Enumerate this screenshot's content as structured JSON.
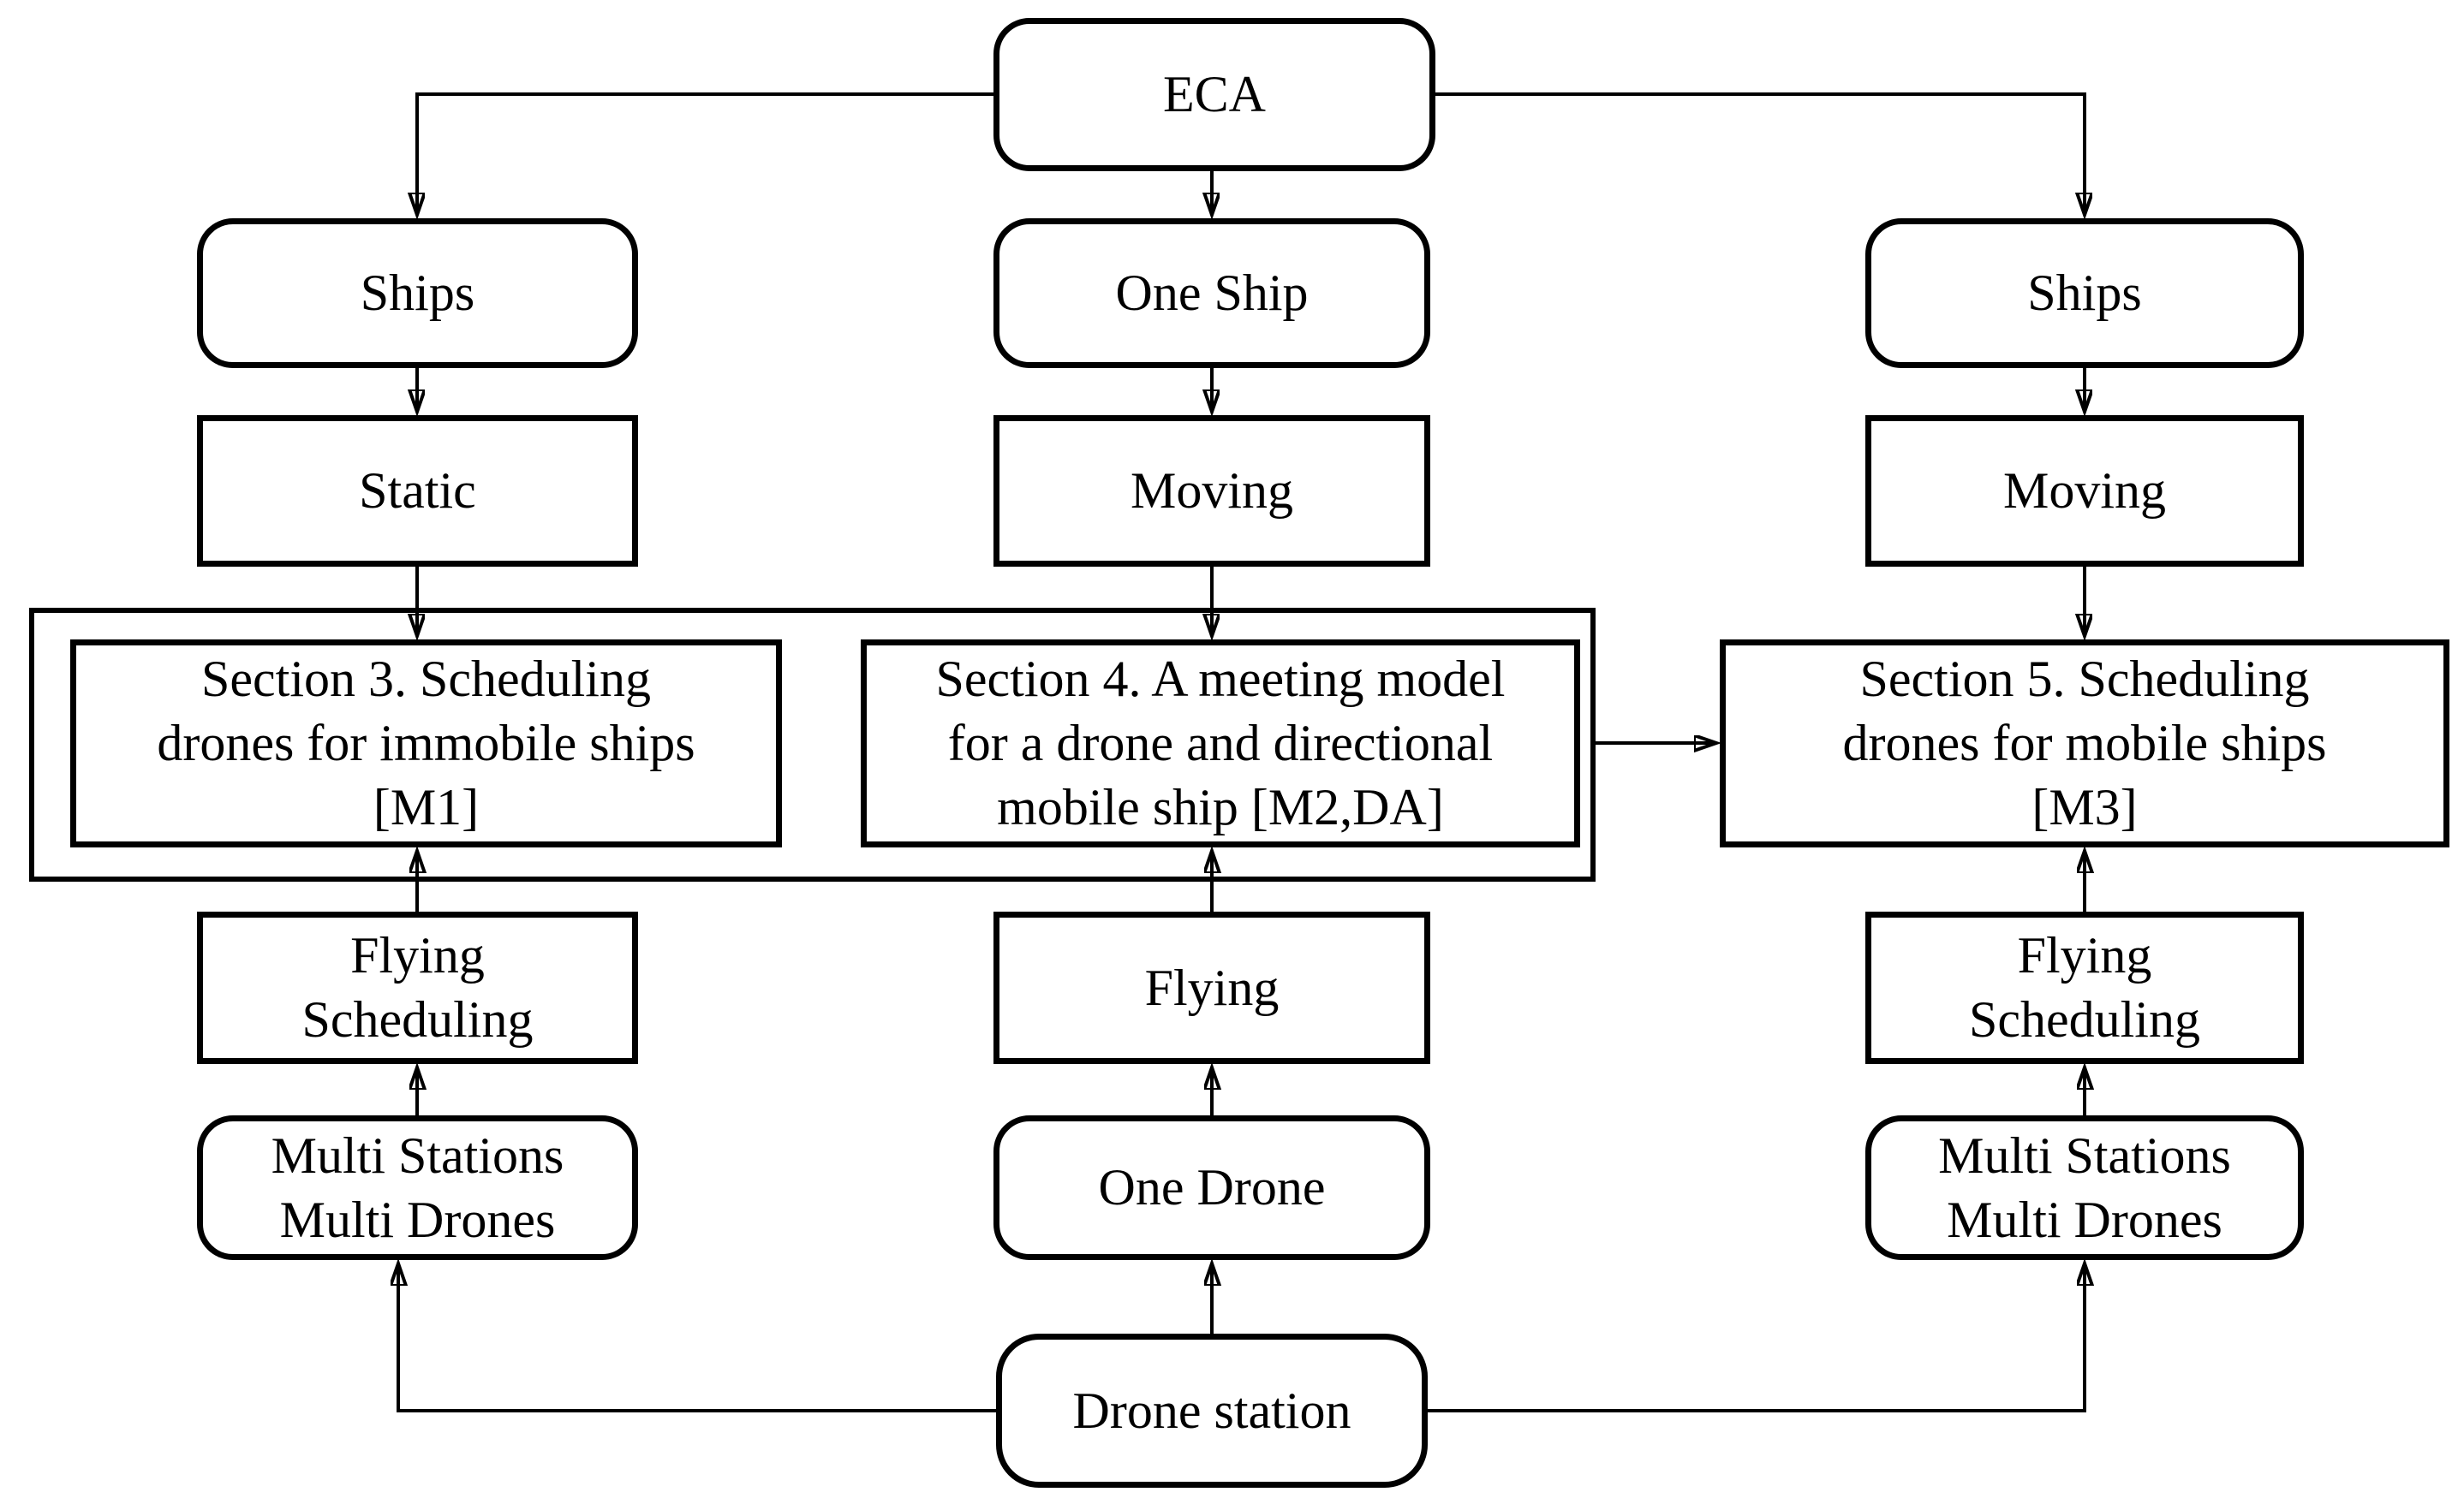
{
  "page": {
    "background_color": "#ffffff",
    "ink_color": "#000000",
    "type": "flowchart"
  },
  "nodes": {
    "eca": {
      "label": "ECA",
      "shape": "rounded"
    },
    "ships_left": {
      "label": "Ships",
      "shape": "rounded"
    },
    "one_ship": {
      "label": "One Ship",
      "shape": "rounded"
    },
    "ships_right": {
      "label": "Ships",
      "shape": "rounded"
    },
    "static_left": {
      "label": "Static",
      "shape": "rect"
    },
    "moving_mid": {
      "label": "Moving",
      "shape": "rect"
    },
    "moving_right": {
      "label": "Moving",
      "shape": "rect"
    },
    "section3": {
      "label": "Section 3. Scheduling\ndrones for immobile ships\n[M1]",
      "shape": "rect"
    },
    "section4": {
      "label": "Section 4. A meeting model\nfor a drone and directional\nmobile ship [M2,DA]",
      "shape": "rect"
    },
    "section5": {
      "label": "Section 5. Scheduling\ndrones for mobile ships\n[M3]",
      "shape": "rect"
    },
    "flying_sched_left": {
      "label": "Flying\nScheduling",
      "shape": "rect"
    },
    "flying_mid": {
      "label": "Flying",
      "shape": "rect"
    },
    "flying_sched_right": {
      "label": "Flying\nScheduling",
      "shape": "rect"
    },
    "multi_left": {
      "label": "Multi Stations\nMulti Drones",
      "shape": "rounded"
    },
    "one_drone": {
      "label": "One Drone",
      "shape": "rounded"
    },
    "multi_right": {
      "label": "Multi Stations\nMulti Drones",
      "shape": "rounded"
    },
    "drone_station": {
      "label": "Drone station",
      "shape": "rounded"
    }
  },
  "groups": {
    "sections_group": {
      "contains": [
        "section3",
        "section4"
      ],
      "shape": "rect-frame"
    }
  },
  "edges": [
    {
      "from": "eca",
      "to": "one_ship",
      "arrow": "down"
    },
    {
      "from": "eca",
      "to": "ships_left",
      "arrow": "down"
    },
    {
      "from": "eca",
      "to": "ships_right",
      "arrow": "down"
    },
    {
      "from": "ships_left",
      "to": "static_left",
      "arrow": "down"
    },
    {
      "from": "one_ship",
      "to": "moving_mid",
      "arrow": "down"
    },
    {
      "from": "ships_right",
      "to": "moving_right",
      "arrow": "down"
    },
    {
      "from": "static_left",
      "to": "section3",
      "arrow": "down"
    },
    {
      "from": "moving_mid",
      "to": "section4",
      "arrow": "down"
    },
    {
      "from": "moving_right",
      "to": "section5",
      "arrow": "down"
    },
    {
      "from": "sections_group",
      "to": "section5",
      "arrow": "right"
    },
    {
      "from": "flying_sched_left",
      "to": "section3",
      "arrow": "up"
    },
    {
      "from": "flying_mid",
      "to": "section4",
      "arrow": "up"
    },
    {
      "from": "flying_sched_right",
      "to": "section5",
      "arrow": "up"
    },
    {
      "from": "multi_left",
      "to": "flying_sched_left",
      "arrow": "up"
    },
    {
      "from": "one_drone",
      "to": "flying_mid",
      "arrow": "up"
    },
    {
      "from": "multi_right",
      "to": "flying_sched_right",
      "arrow": "up"
    },
    {
      "from": "drone_station",
      "to": "one_drone",
      "arrow": "up"
    },
    {
      "from": "drone_station",
      "to": "multi_left",
      "arrow": "up"
    },
    {
      "from": "drone_station",
      "to": "multi_right",
      "arrow": "up"
    }
  ]
}
